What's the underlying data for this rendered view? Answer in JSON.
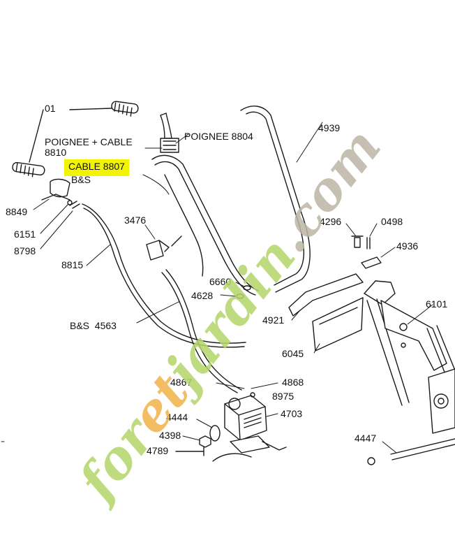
{
  "labels": {
    "l01": "01",
    "l4939": "4939",
    "poignee_cable": "POIGNEE + CABLE",
    "l8810": "8810",
    "poignee_8804": "POIGNEE 8804",
    "cable_8807": "CABLE 8807",
    "bs_top": "B&S",
    "l8849": "8849",
    "l6151": "6151",
    "l8798": "8798",
    "l8815": "8815",
    "l3476": "3476",
    "l4296": "4296",
    "l0498": "0498",
    "l4936": "4936",
    "l6660": "6660",
    "l4628": "4628",
    "l4921": "4921",
    "l6101": "6101",
    "bs_4563": "B&S  4563",
    "l6045": "6045",
    "l4867": "4867",
    "l4868": "4868",
    "l8975": "8975",
    "l4703": "4703",
    "l4444": "4444",
    "l4398": "4398",
    "l4789": "4789",
    "l4447": "4447"
  },
  "watermark": {
    "text": "foretjardin.com",
    "color_green": "#b5d56a",
    "color_orange": "#f2b24a",
    "color_gray": "#bdb6a6"
  },
  "highlight_color": "#f3f500"
}
